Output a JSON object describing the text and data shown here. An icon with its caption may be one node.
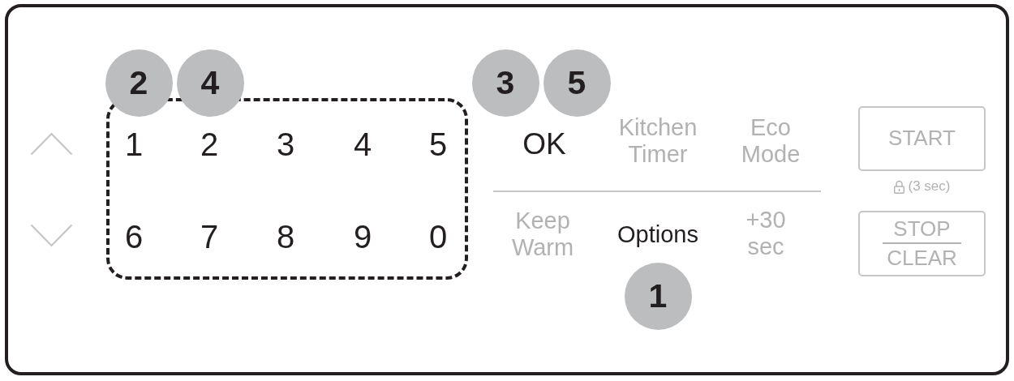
{
  "diagram": {
    "nodes": [
      {
        "text": [],
        "shape": "box"
      },
      {
        "text": [
          "2"
        ],
        "in": 0
      },
      {
        "text": [
          "4"
        ],
        "in": 0
      },
      {
        "text": [
          "3"
        ],
        "in": 0
      },
      {
        "text": [
          "5"
        ],
        "in": 0
      },
      {
        "text": [
          "1",
          "2",
          "3",
          "4",
          "5",
          "6",
          "7",
          "8",
          "9",
          "0"
        ],
        "in": 0
      },
      {
        "text": [
          "START"
        ],
        "beside": [
          "(3 sec)"
        ],
        "in": 0
      },
      {
        "text": [
          "STOP",
          "CLEAR"
        ],
        "in": 0
      },
      {
        "text": [
          "1"
        ],
        "in": 0
      }
    ],
    "labels": [
      "OK",
      "Kitchen Timer",
      "Eco Mode",
      "Keep Warm",
      "Options",
      "+30 sec"
    ]
  }
}
